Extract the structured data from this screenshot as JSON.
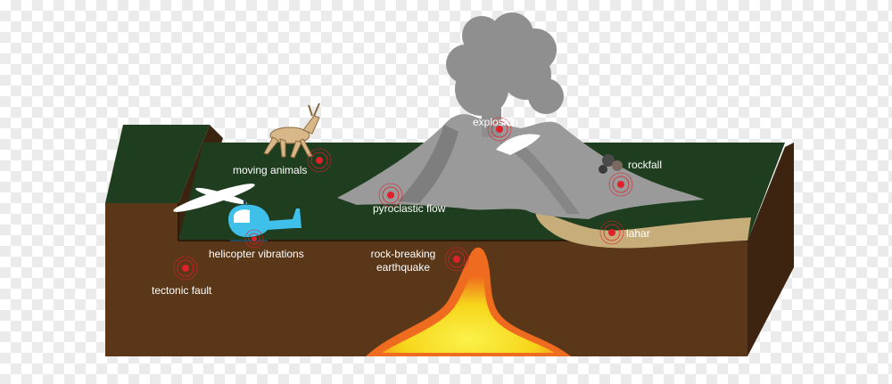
{
  "labels": {
    "explosion": "explosion",
    "rockfall": "rockfall",
    "moving_animals": "moving animals",
    "pyroclastic_flow": "pyroclastic flow",
    "lahar": "lahar",
    "helicopter_vibrations": "helicopter vibrations",
    "rock_breaking_earthquake": "rock-breaking\nearthquake",
    "tectonic_fault": "tectonic fault"
  },
  "colors": {
    "grass": "#1f3d1f",
    "earth": "#5a3718",
    "earth_dark": "#3c2410",
    "rock": "#9a9a9a",
    "plume": "#8f8f8f",
    "lahar": "#c7ad7a",
    "lava_outer": "#ef6b1f",
    "lava_inner": "#f6e81a",
    "signal": "#e0202a",
    "helicopter": "#3fc0ea"
  }
}
